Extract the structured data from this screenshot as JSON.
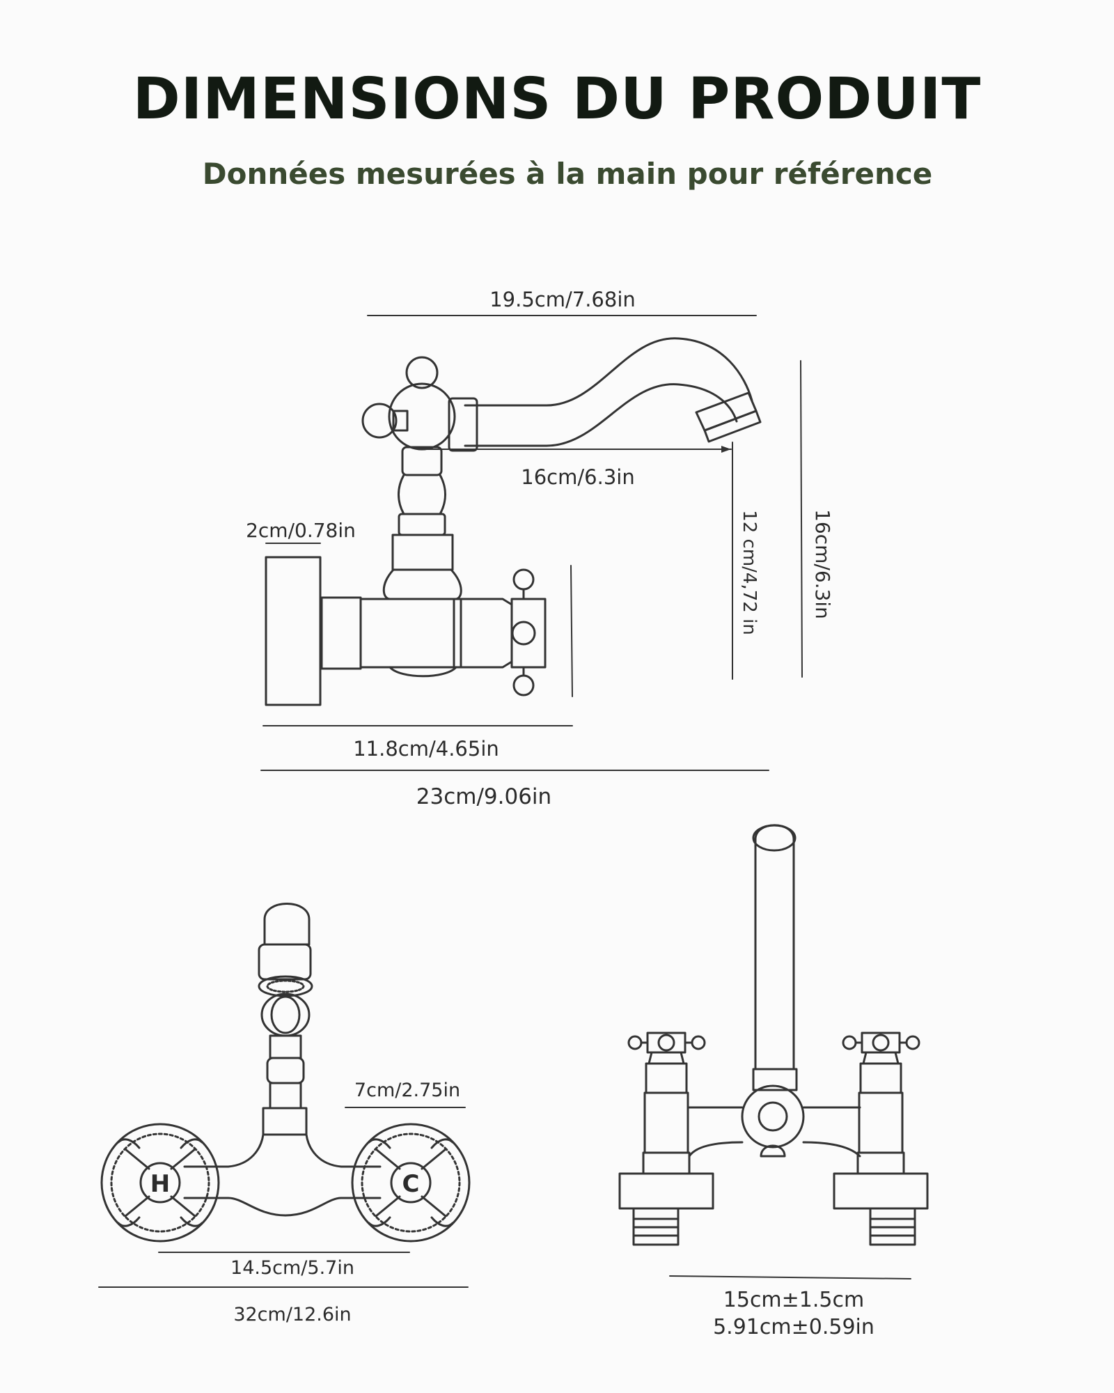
{
  "title": "DIMENSIONS DU PRODUIT",
  "subtitle": "Données mesurées à la main pour référence",
  "side_view": {
    "total_length": "23cm/9.06in",
    "spout_length": "19.5cm/7.68in",
    "spout_reach": "16cm/6.3in",
    "body_length": "11.8cm/4.65in",
    "flange_thickness": "2cm/0.78in",
    "spout_height": "12 cm/4,72 in",
    "total_height": "16cm/6.3in"
  },
  "front_view": {
    "center_distance": "14.5cm/5.7in",
    "total_width": "32cm/12.6in",
    "flange_diameter": "7cm/2.75in",
    "hot_label": "H",
    "cold_label": "C"
  },
  "back_view": {
    "spacing_metric": "15cm±1.5cm",
    "spacing_imperial": "5.91cm±0.59in"
  }
}
